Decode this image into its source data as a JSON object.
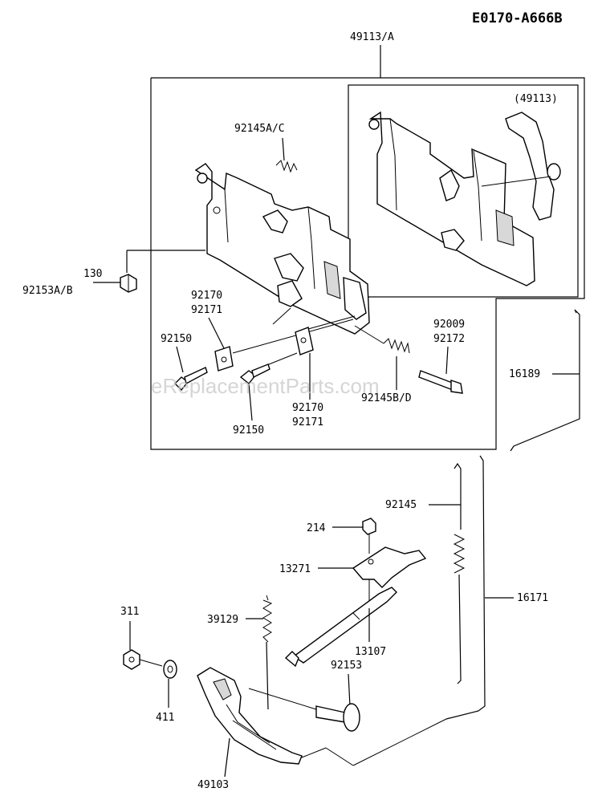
{
  "header": {
    "code": "E0170-A666B"
  },
  "watermark": "eReplacementParts.com",
  "labels": {
    "assembly": "49113/A",
    "inset": "(49113)",
    "spring_top": "92145A/C",
    "p130": "130",
    "p92153ab": "92153A/B",
    "p92170a": "92170",
    "p92171a": "92171",
    "p92150a": "92150",
    "p92009": "92009",
    "p92172": "92172",
    "p92145bd": "92145B/D",
    "p92170b": "92170",
    "p92171b": "92171",
    "p92150b": "92150",
    "p16189": "16189",
    "p92145": "92145",
    "p214": "214",
    "p13271": "13271",
    "p16171": "16171",
    "p311": "311",
    "p39129": "39129",
    "p13107": "13107",
    "p92153": "92153",
    "p411": "411",
    "p49103": "49103"
  }
}
